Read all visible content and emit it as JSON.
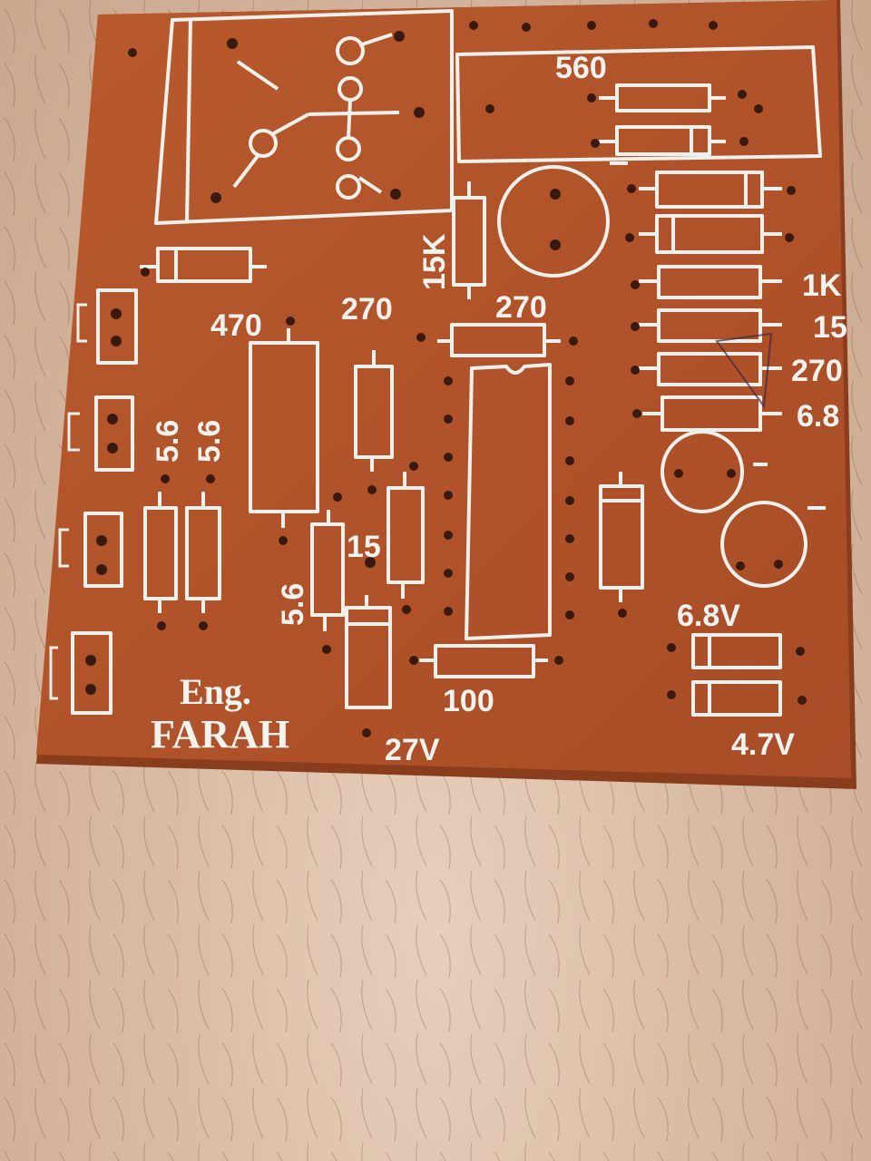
{
  "board": {
    "labels": {
      "r_560": "560",
      "r_15k": "15K",
      "r_270_left": "270",
      "r_270_mid": "270",
      "r_470": "470",
      "r_1k": "1K",
      "r_15_right": "15",
      "r_270_right": "270",
      "r_6_8": "6.8",
      "r_5_6_a": "5.6",
      "r_5_6_b": "5.6",
      "r_15_center": "15",
      "r_5_6_c": "5.6",
      "z_6_8v": "6.8V",
      "r_100": "100",
      "z_27v": "27V",
      "z_4_7v": "4.7V"
    },
    "maker": {
      "line1": "Eng.",
      "line2": "FARAH"
    },
    "colors": {
      "board": "#b5562b",
      "silkscreen": "#eef0ec",
      "background_skin": "#d9bba4"
    }
  }
}
